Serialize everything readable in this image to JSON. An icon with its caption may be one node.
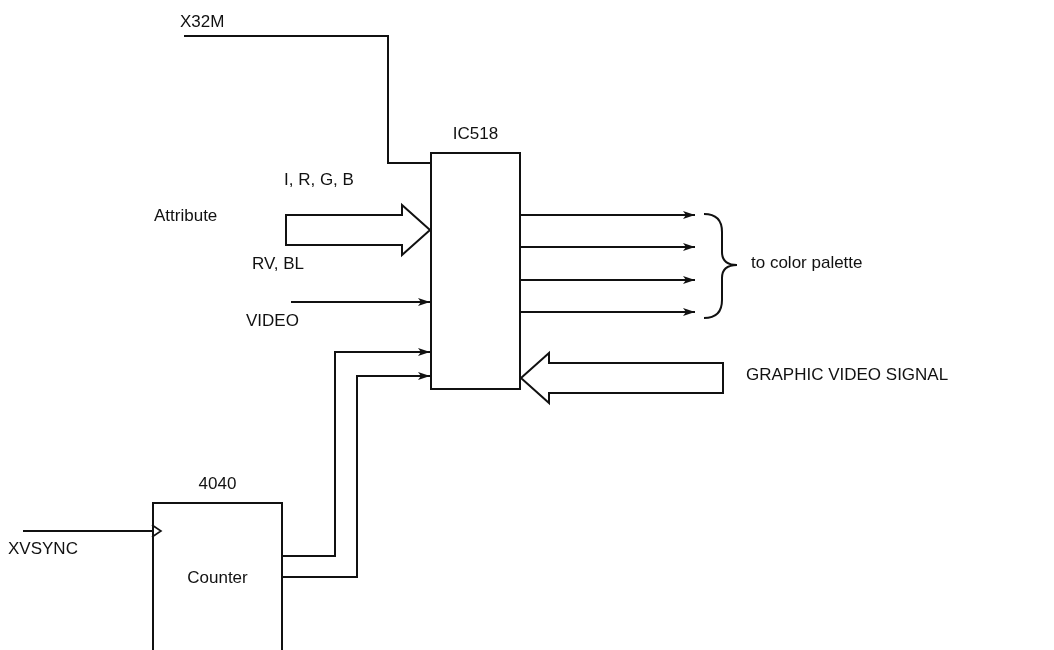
{
  "diagram": {
    "nodes": [
      {
        "text": [
          "IC518"
        ]
      },
      {
        "text": [
          "4040",
          "Counter"
        ]
      },
      {
        "text": [
          "X32M"
        ]
      },
      {
        "text": [
          "Attribute"
        ]
      },
      {
        "text": [
          "VIDEO"
        ]
      },
      {
        "text": [
          "XVSYNC"
        ]
      },
      {
        "text": [
          "GRAPHIC VIDEO SIGNAL"
        ]
      },
      {
        "text": [
          "to color palette"
        ]
      }
    ],
    "edges": [
      {
        "from": 2,
        "to": 0,
        "arrow": "none"
      },
      {
        "from": 3,
        "to": 0,
        "arrow": "to",
        "style": "thick",
        "label": "I, R, G, B"
      },
      {
        "from": 4,
        "to": 0,
        "arrow": "to"
      },
      {
        "from": 0,
        "to": 7,
        "arrow": "to"
      },
      {
        "from": 0,
        "to": 7,
        "arrow": "to"
      },
      {
        "from": 0,
        "to": 7,
        "arrow": "to"
      },
      {
        "from": 0,
        "to": 7,
        "arrow": "to"
      },
      {
        "from": 6,
        "to": 0,
        "arrow": "to",
        "style": "thick"
      },
      {
        "from": 1,
        "to": 0,
        "arrow": "to"
      },
      {
        "from": 1,
        "to": 0,
        "arrow": "to"
      },
      {
        "from": 5,
        "to": 1,
        "arrow": "to"
      }
    ],
    "labels": [
      "RV, BL"
    ]
  }
}
